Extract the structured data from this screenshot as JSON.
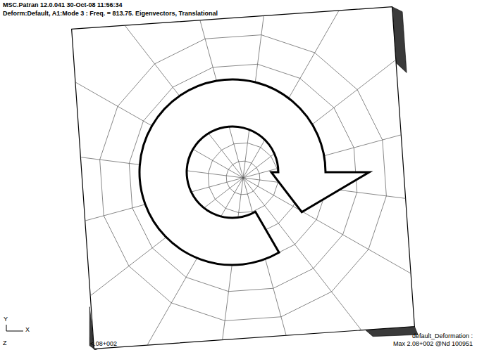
{
  "diagram": {
    "labels": [
      "MSC.Patran 12.0.041 30-Oct-08 11:56:34",
      "Deform:Default, A1:Mode 3 : Freq. = 813.75. Eigenvectors, Translational",
      "Y",
      "X",
      "Z",
      "<.08+002",
      "default_Deformation :",
      "Max 2.08+002 @Nd 100951"
    ]
  }
}
